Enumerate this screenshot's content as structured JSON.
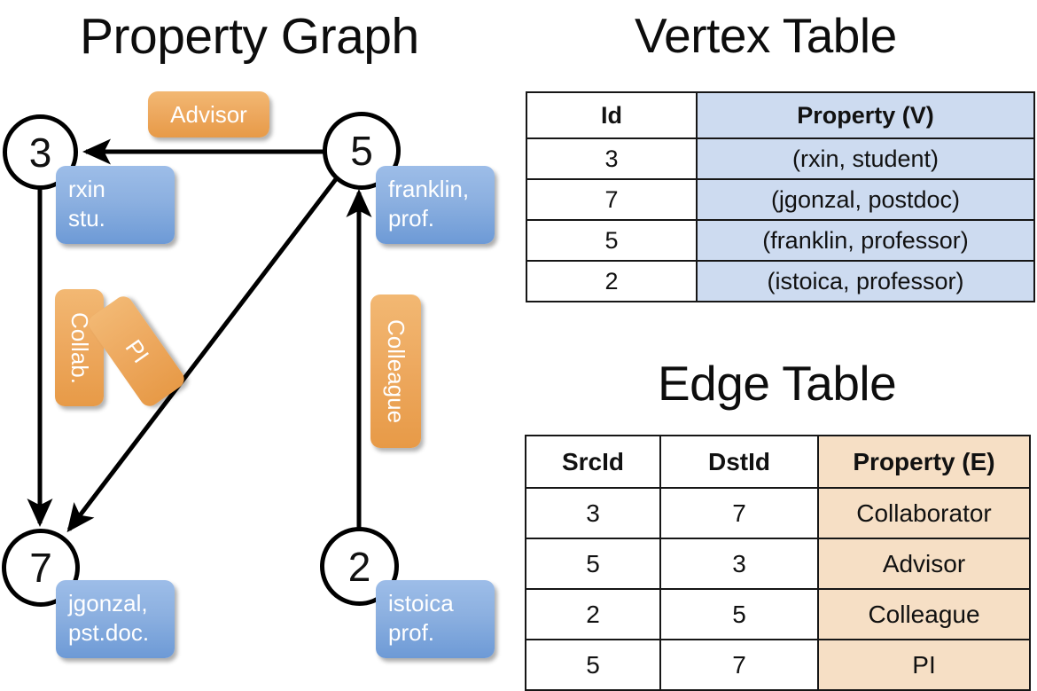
{
  "titles": {
    "property_graph": "Property Graph",
    "vertex_table": "Vertex Table",
    "edge_table": "Edge Table"
  },
  "graph": {
    "nodes": [
      {
        "id": "3",
        "label": "3",
        "property_line1": "rxin",
        "property_line2": "stu."
      },
      {
        "id": "5",
        "label": "5",
        "property_line1": "franklin,",
        "property_line2": "prof."
      },
      {
        "id": "7",
        "label": "7",
        "property_line1": "jgonzal,",
        "property_line2": "pst.doc."
      },
      {
        "id": "2",
        "label": "2",
        "property_line1": "istoica",
        "property_line2": "prof."
      }
    ],
    "edge_labels": [
      {
        "name": "advisor",
        "text": "Advisor"
      },
      {
        "name": "collab",
        "text": "Collab."
      },
      {
        "name": "pi",
        "text": "PI"
      },
      {
        "name": "colleague",
        "text": "Colleague"
      }
    ],
    "edges": [
      {
        "from": "5",
        "to": "3",
        "label": "Advisor"
      },
      {
        "from": "3",
        "to": "7",
        "label": "Collab."
      },
      {
        "from": "5",
        "to": "7",
        "label": "PI"
      },
      {
        "from": "2",
        "to": "5",
        "label": "Colleague"
      }
    ]
  },
  "vertex_table": {
    "headers": [
      "Id",
      "Property (V)"
    ],
    "rows": [
      {
        "id": "3",
        "property": "(rxin, student)"
      },
      {
        "id": "7",
        "property": "(jgonzal, postdoc)"
      },
      {
        "id": "5",
        "property": "(franklin, professor)"
      },
      {
        "id": "2",
        "property": "(istoica, professor)"
      }
    ]
  },
  "edge_table": {
    "headers": [
      "SrcId",
      "DstId",
      "Property (E)"
    ],
    "rows": [
      {
        "src": "3",
        "dst": "7",
        "property": "Collaborator"
      },
      {
        "src": "5",
        "dst": "3",
        "property": "Advisor"
      },
      {
        "src": "2",
        "dst": "5",
        "property": "Colleague"
      },
      {
        "src": "5",
        "dst": "7",
        "property": "PI"
      }
    ]
  },
  "colors": {
    "vertex_header_fill": "#cddbf0",
    "edge_header_fill": "#f6dfc5",
    "node_box_blue": "#8cb0e0",
    "edge_label_orange": "#eda85e",
    "stroke": "#000000"
  }
}
